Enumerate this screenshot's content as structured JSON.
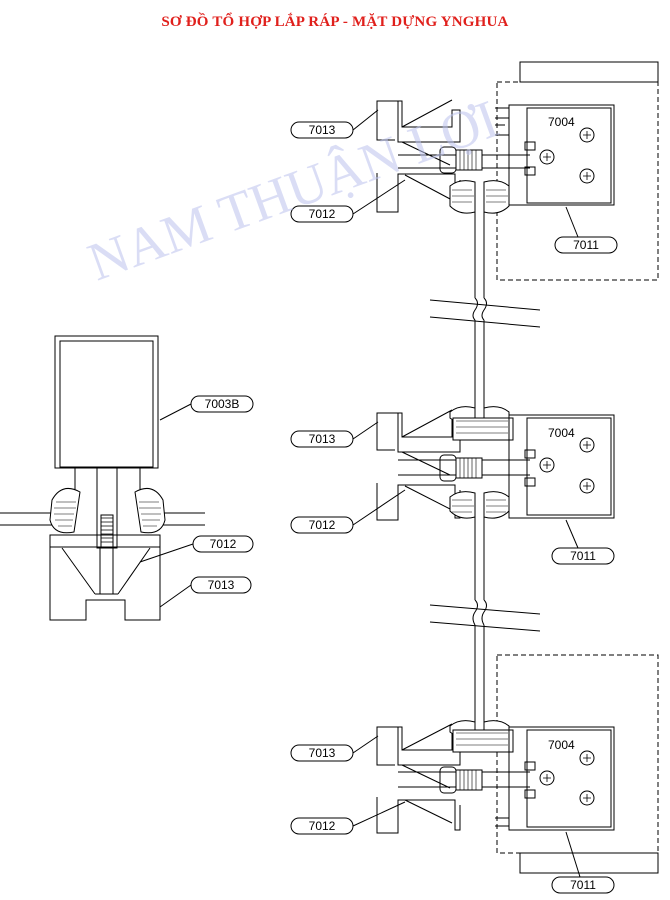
{
  "title": "SƠ ĐỒ TỔ HỢP LẮP RÁP - MẶT DỰNG YNGHUA",
  "watermark": "NAM THUẬN LỢI",
  "colors": {
    "title": "#e0201c",
    "watermark": "#bcc3ee",
    "line": "#000000"
  },
  "labels": {
    "left_7003B": "7003B",
    "left_7012": "7012",
    "left_7013": "7013",
    "top_7013": "7013",
    "top_7012": "7012",
    "top_7011": "7011",
    "top_7004": "7004",
    "mid_7013": "7013",
    "mid_7012": "7012",
    "mid_7011": "7011",
    "mid_7004": "7004",
    "bot_7013": "7013",
    "bot_7012": "7012",
    "bot_7011": "7011",
    "bot_7004": "7004"
  }
}
